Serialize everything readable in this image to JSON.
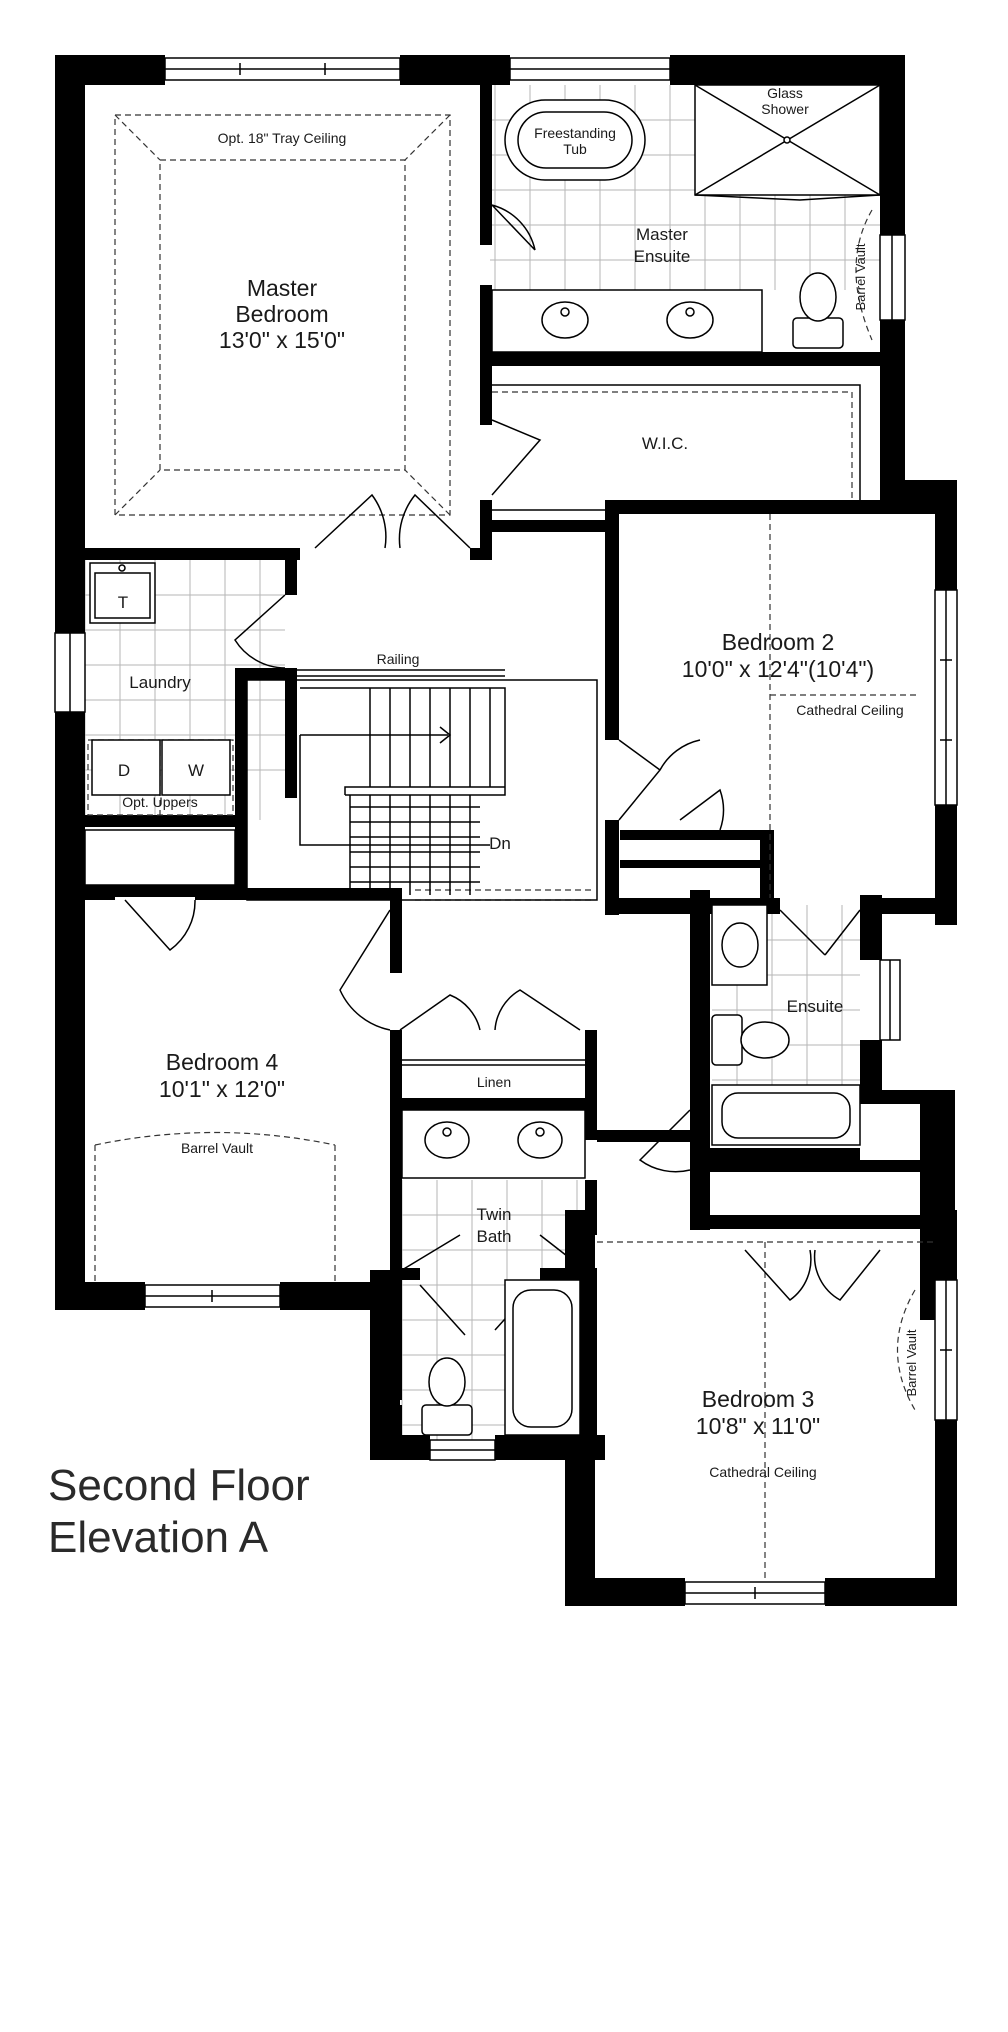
{
  "plan": {
    "title_line1": "Second Floor",
    "title_line2": "Elevation A"
  },
  "rooms": {
    "master_bedroom": {
      "line1": "Master",
      "line2": "Bedroom",
      "size": "13'0\" x 15'0\"",
      "note": "Opt. 18\" Tray Ceiling"
    },
    "master_ensuite": {
      "line1": "Master",
      "line2": "Ensuite"
    },
    "freestanding_tub": {
      "line1": "Freestanding",
      "line2": "Tub"
    },
    "glass_shower": {
      "line1": "Glass",
      "line2": "Shower"
    },
    "ensuite_barrel_vault": "Barrel Vault",
    "wic": "W.I.C.",
    "laundry": {
      "name": "Laundry",
      "tub": "T",
      "dryer": "D",
      "washer": "W",
      "uppers": "Opt. Uppers"
    },
    "stairs": {
      "railing": "Railing",
      "down": "Dn"
    },
    "bedroom2": {
      "name": "Bedroom 2",
      "size": "10'0\" x 12'4\"(10'4\")",
      "note": "Cathedral Ceiling"
    },
    "bedroom4": {
      "name": "Bedroom 4",
      "size": "10'1\" x 12'0\"",
      "note": "Barrel Vault"
    },
    "linen": "Linen",
    "twin_bath": {
      "line1": "Twin",
      "line2": "Bath"
    },
    "ensuite": "Ensuite",
    "bedroom3": {
      "name": "Bedroom 3",
      "size": "10'8\" x 11'0\"",
      "note": "Cathedral Ceiling",
      "vault": "Barrel Vault"
    }
  }
}
